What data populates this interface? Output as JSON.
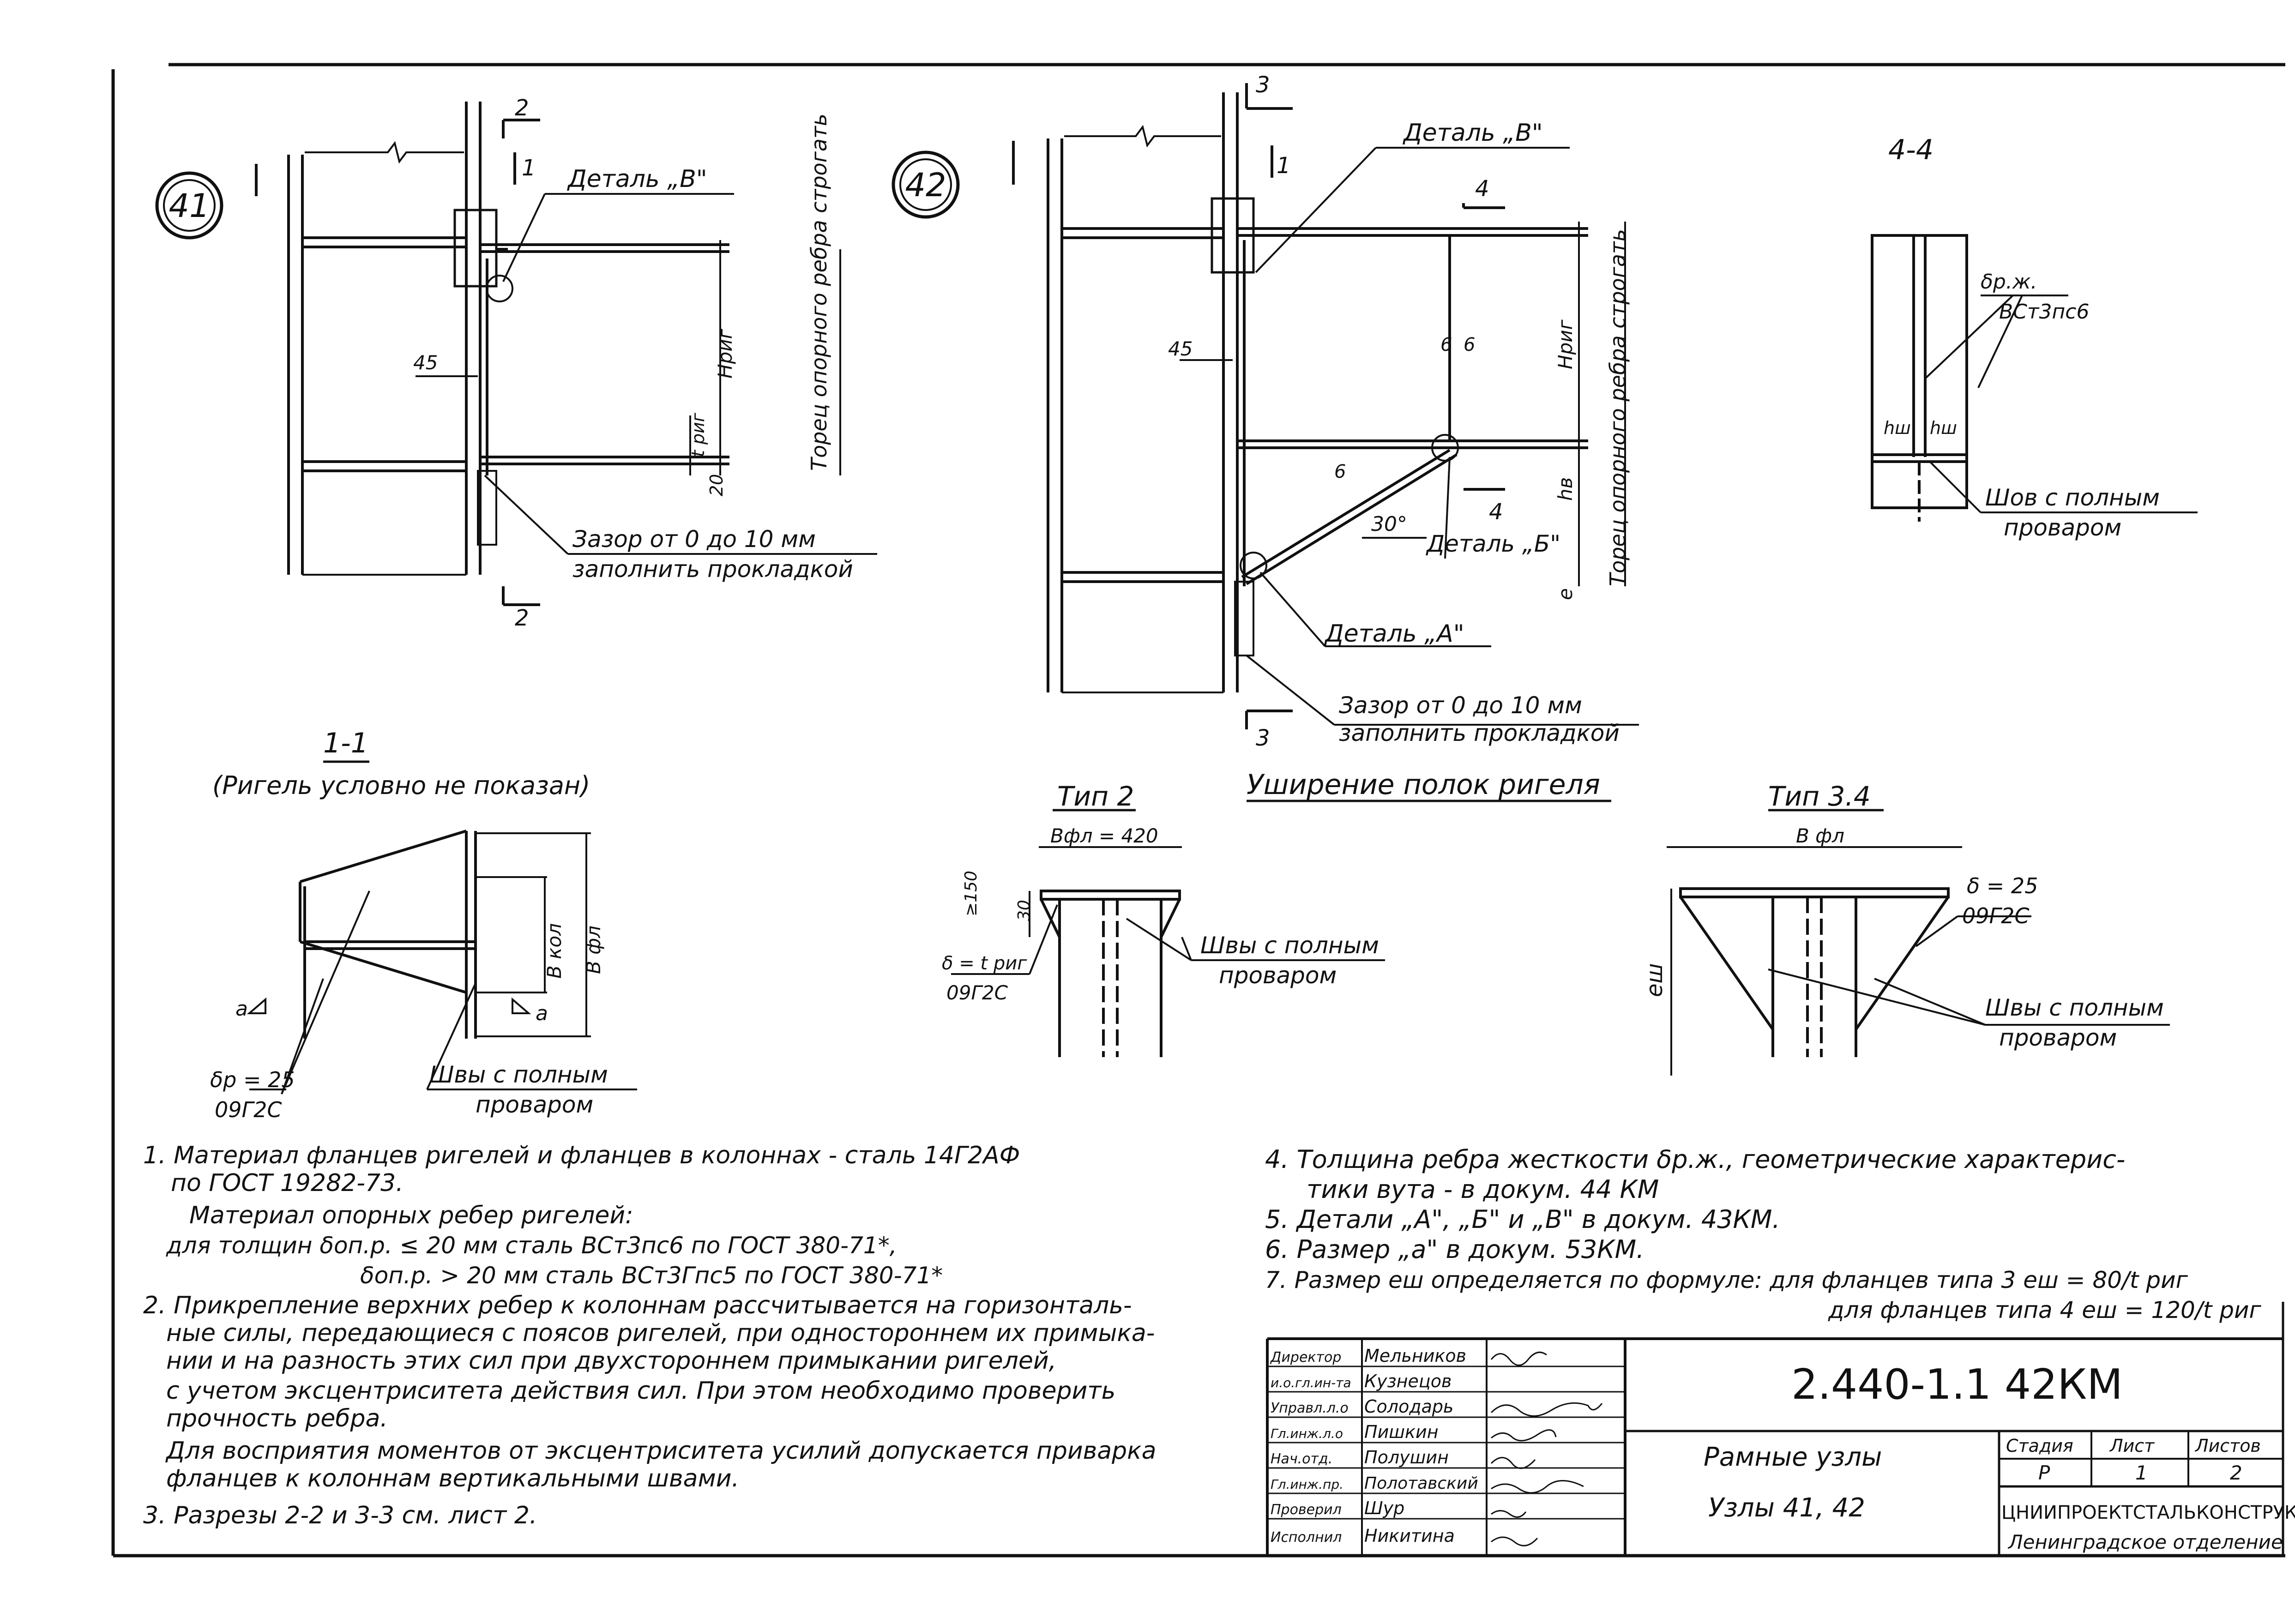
{
  "node41": {
    "number": "41",
    "detail_v": "Деталь „В\"",
    "dim_45": "45",
    "t_rig": "t риг",
    "h_rig": "Нриг",
    "dim_20": "20",
    "end_face_note": "Торец опорного ребра строгать",
    "gap_note": "Зазор от 0 до 10 мм",
    "gap_note_2": "заполнить прокладкой",
    "section_1": "1",
    "section_2": "2"
  },
  "node42": {
    "number": "42",
    "detail_v": "Деталь „В\"",
    "detail_b": "Деталь „Б\"",
    "detail_a": "Деталь „А\"",
    "dim_45": "45",
    "weld_6": "6",
    "h_rig": "Нриг",
    "hv": "hв",
    "e": "е",
    "angle": "30°",
    "end_face_note": "Торец опорного ребра строгать",
    "gap_note": "Зазор от 0 до 10 мм",
    "gap_note_2": "заполнить прокладкой",
    "section_1": "1",
    "section_3": "3",
    "section_4": "4"
  },
  "section44": {
    "title": "4-4",
    "label_1": "δр.ж.",
    "label_2": "ВСт3пс6",
    "h_label": "hш",
    "weld_note": "Шов с полным",
    "weld_note_2": "проваром"
  },
  "section11": {
    "title": "1-1",
    "subtitle": "(Ригель условно не показан)",
    "b_kol": "В кол",
    "b_fl": "В фл",
    "a": "а",
    "plate": "δр = 25",
    "plate_2": "09Г2С",
    "weld_note": "Швы с полным",
    "weld_note_2": "проваром"
  },
  "widening": {
    "title": "Уширение полок ригеля",
    "type2": {
      "title": "Тип 2",
      "b_fl": "Вфл = 420",
      "dim_150": "≥150",
      "dim_30": "30",
      "plate": "δ = t риг",
      "plate_2": "09Г2С",
      "weld_note": "Швы с полным",
      "weld_note_2": "проваром"
    },
    "type34": {
      "title": "Тип 3.4",
      "b_fl": "В фл",
      "e_sh": "еш",
      "plate": "δ = 25",
      "plate_2": "09Г2С",
      "weld_note": "Швы с полным",
      "weld_note_2": "проваром"
    }
  },
  "notes_left": [
    "1. Материал фланцев ригелей и фланцев в колоннах - сталь 14Г2АФ",
    "по ГОСТ 19282-73.",
    "Материал опорных ребер ригелей:",
    "для толщин  δоп.р. ≤ 20 мм  сталь ВСт3пс6 по ГОСТ 380-71*,",
    "δоп.р.  > 20 мм  сталь ВСт3Гпс5 по ГОСТ 380-71*",
    "2. Прикрепление верхних ребер к колоннам рассчитывается на горизонталь-",
    "ные силы, передающиеся с поясов ригелей, при одностороннем их примыка-",
    "нии и на разность этих сил при двухстороннем примыкании ригелей,",
    "с учетом эксцентриситета действия сил. При этом необходимо проверить",
    "прочность ребра.",
    "Для восприятия моментов от эксцентриситета усилий допускается приварка",
    "фланцев к колоннам вертикальными швами.",
    "3. Разрезы 2-2 и 3-3 см. лист 2."
  ],
  "notes_right": [
    "4. Толщина ребра жесткости δр.ж., геометрические характерис-",
    "тики вута - в докум. 44 КМ",
    "5. Детали „А\", „Б\" и „В\" в докум. 43КМ.",
    "6. Размер „а\" в докум. 53КМ.",
    "7. Размер  еш  определяется по формуле: для фланцев типа 3  еш = 80/t риг",
    "для фланцев типа 4  еш = 120/t риг"
  ],
  "title_block": {
    "doc_number": "2.440-1.1 42КМ",
    "title_1": "Рамные узлы",
    "title_2": "Узлы 41, 42",
    "stage_label": "Стадия",
    "sheet_label": "Лист",
    "sheets_label": "Листов",
    "stage": "Р",
    "sheet": "1",
    "sheets": "2",
    "org": "ЦНИИПРОЕКТСТАЛЬКОНСТРУКЦИЯ",
    "dept": "Ленинградское отделение",
    "signers": [
      {
        "role": "Директор",
        "name": "Мельников"
      },
      {
        "role": "и.о.гл.ин-та",
        "name": "Кузнецов"
      },
      {
        "role": "Управл.л.о",
        "name": "Солодарь"
      },
      {
        "role": "Гл.инж.л.о",
        "name": "Пишкин"
      },
      {
        "role": "Нач.отд.",
        "name": "Полушин"
      },
      {
        "role": "Гл.инж.пр.",
        "name": "Полотавский"
      },
      {
        "role": "Проверил",
        "name": "Шур"
      },
      {
        "role": "Исполнил",
        "name": "Никитина"
      }
    ]
  }
}
